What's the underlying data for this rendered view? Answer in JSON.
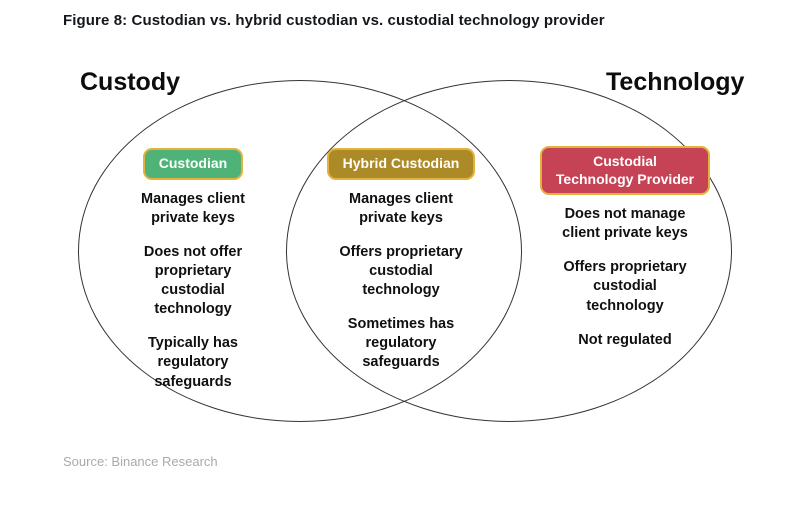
{
  "figure": {
    "title": "Figure 8: Custodian vs. hybrid custodian vs. custodial technology provider",
    "source": "Source: Binance Research"
  },
  "venn": {
    "set_labels": {
      "left": "Custody",
      "right": "Technology"
    },
    "badge_border_color": "#E3B23C",
    "ellipse_stroke_color": "#353535",
    "columns": [
      {
        "badge": "Custodian",
        "badge_color": "#4FB377",
        "items": [
          "Manages client\nprivate keys",
          "Does not offer\nproprietary\ncustodial\ntechnology",
          "Typically has\nregulatory\nsafeguards"
        ]
      },
      {
        "badge": "Hybrid Custodian",
        "badge_color": "#AC8A28",
        "items": [
          "Manages client\nprivate keys",
          "Offers proprietary\ncustodial\ntechnology",
          "Sometimes has\nregulatory\nsafeguards"
        ]
      },
      {
        "badge": "Custodial\nTechnology Provider",
        "badge_color": "#C64355",
        "items": [
          "Does not manage\nclient private keys",
          "Offers proprietary\ncustodial\ntechnology",
          "Not regulated"
        ]
      }
    ]
  }
}
